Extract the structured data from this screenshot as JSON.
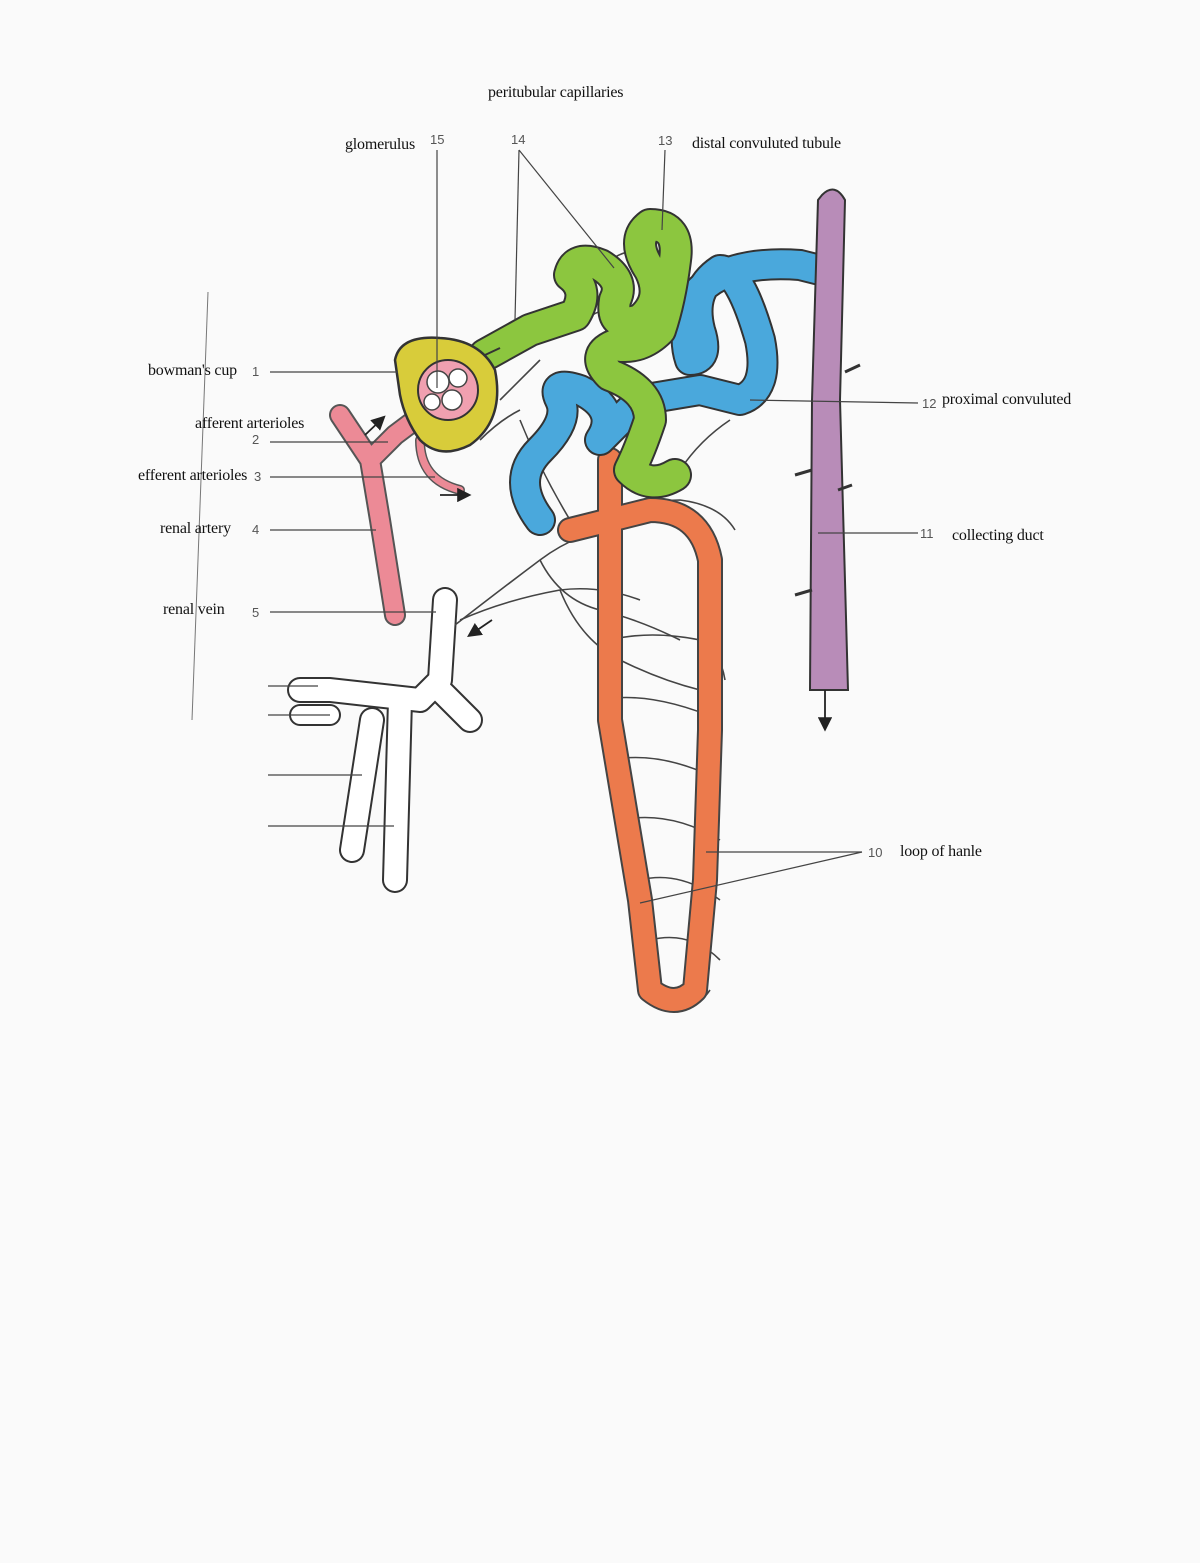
{
  "labels": {
    "peritubular": "peritubular capillaries",
    "glomerulus": "glomerulus",
    "distal": "distal convuluted tubule",
    "bowmans": "bowman's cup",
    "afferent": "afferent arterioles",
    "efferent": "efferent arterioles",
    "renal_artery": "renal artery",
    "renal_vein": "renal vein",
    "proximal": "proximal convuluted",
    "collecting": "collecting duct",
    "loop": "loop of hanle"
  },
  "numbers": {
    "n1": "1",
    "n2": "2",
    "n3": "3",
    "n4": "4",
    "n5": "5",
    "n10": "10",
    "n11": "11",
    "n12": "12",
    "n13": "13",
    "n14": "14",
    "n15": "15"
  },
  "colors": {
    "bowmans_capsule": "#d8cc3a",
    "glomerulus": "#f0a0b0",
    "artery": "#ec8a96",
    "distal_tubule": "#8cc63f",
    "proximal_tubule": "#4aa8dc",
    "loop": "#ec7a4c",
    "collecting_duct": "#b88cb8",
    "vein": "#ffffff",
    "outline": "#333333"
  }
}
